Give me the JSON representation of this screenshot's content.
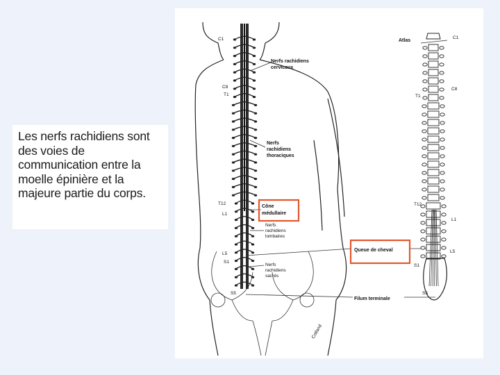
{
  "caption": "Les nerfs rachidiens sont des voies de communication entre la moelle épinière et la majeure partie du corps.",
  "labels": {
    "c1_left": "C1",
    "c8_left": "C8",
    "t1_left": "T1",
    "t12_left": "T12",
    "l1_left": "L1",
    "l5_left": "L5",
    "s1_left": "S1",
    "s5_left": "S5",
    "cervical_1": "Nerfs rachidiens",
    "cervical_2": "cervicaux",
    "thoracic_1": "Nerfs",
    "thoracic_2": "rachidiens",
    "thoracic_3": "thoraciques",
    "cone_1": "Cône",
    "cone_2": "médullaire",
    "lumbar_1": "Nerfs",
    "lumbar_2": "rachidiens",
    "lumbar_3": "lombaires",
    "sacral_1": "Nerfs",
    "sacral_2": "rachidiens",
    "sacral_3": "sacrés",
    "atlas": "Atlas",
    "c1_right": "C1",
    "c8_right": "C8",
    "t1_right": "T1",
    "t12_right": "T12",
    "l1_right": "L1",
    "l5_right": "L5",
    "s1_right": "S1",
    "s5_right": "S5",
    "cauda": "Queue de cheval",
    "filum": "Filum terminale",
    "signature": "Cotland"
  },
  "colors": {
    "highlight": "#e2572b",
    "background": "#eef3fb"
  }
}
